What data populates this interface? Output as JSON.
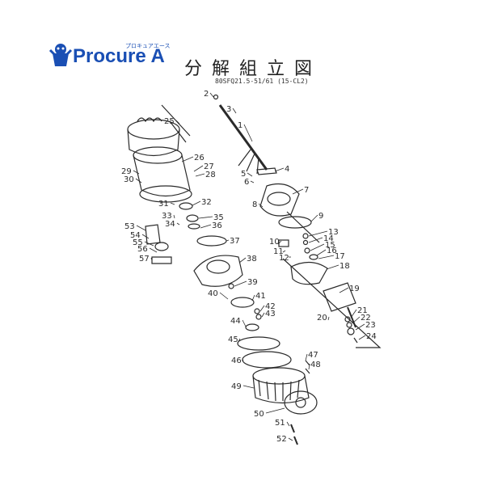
{
  "header": {
    "logo_text": "Procure A",
    "logo_kana": "プロキュアエース",
    "title": "分解組立図",
    "subtitle": "80SFQ21.5-51/61 (15-CL2)"
  },
  "parts_labels": [
    "1",
    "2",
    "3",
    "4",
    "5",
    "6",
    "7",
    "8",
    "9",
    "10",
    "11",
    "12",
    "13",
    "14",
    "15",
    "16",
    "17",
    "18",
    "19",
    "20",
    "21",
    "22",
    "23",
    "24",
    "25",
    "26",
    "27",
    "28",
    "29",
    "30",
    "31",
    "32",
    "33",
    "34",
    "35",
    "36",
    "37",
    "38",
    "39",
    "40",
    "41",
    "42",
    "43",
    "44",
    "45",
    "46",
    "47",
    "48",
    "49",
    "50",
    "51",
    "52",
    "53",
    "54",
    "55",
    "56",
    "57"
  ],
  "colors": {
    "ink": "#2a2a2a",
    "brand": "#1a4fb4",
    "paper": "#ffffff"
  }
}
